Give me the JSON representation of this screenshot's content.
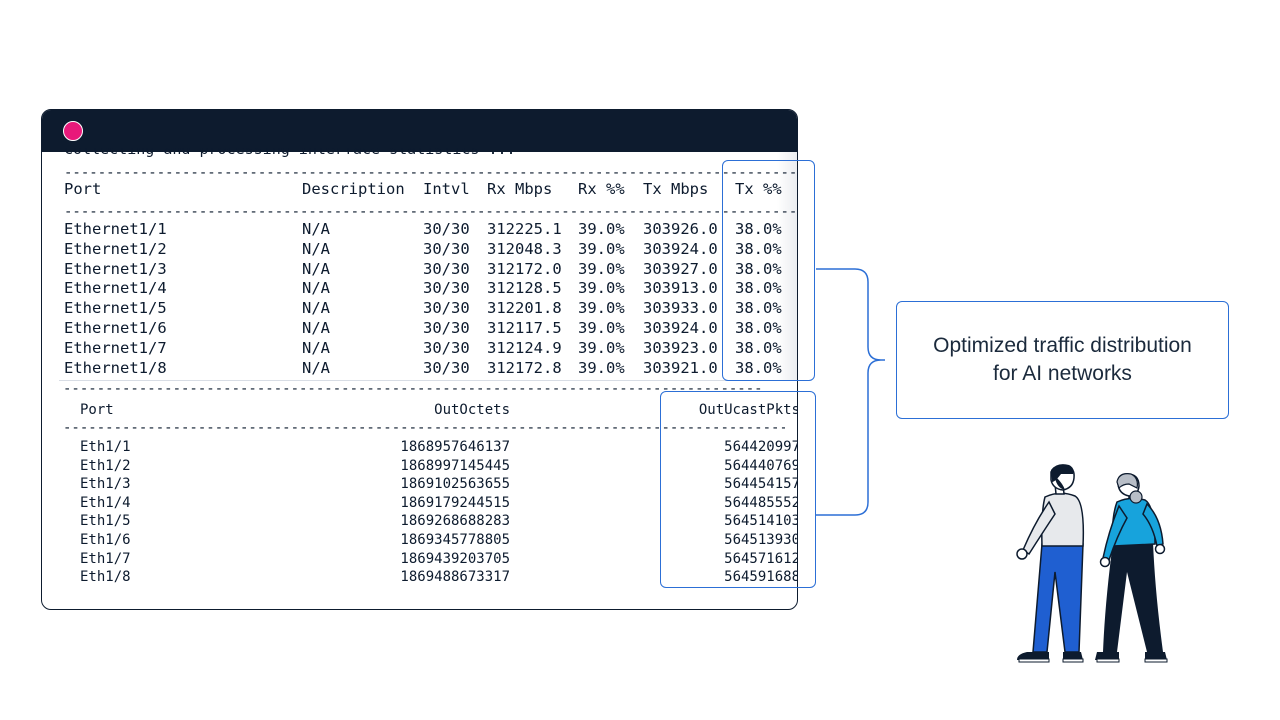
{
  "terminal": {
    "collecting_text": "Collecting and processing interface statistics ...",
    "dashes": "---------------------------------------------------------------------------------------------------------",
    "stats_table": {
      "headers": [
        "Port",
        "Description",
        "Intvl",
        "Rx Mbps",
        "Rx %%",
        "Tx Mbps",
        "Tx %%"
      ],
      "rows": [
        [
          "Ethernet1/1",
          "N/A",
          "30/30",
          "312225.1",
          "39.0%",
          "303926.0",
          "38.0%"
        ],
        [
          "Ethernet1/2",
          "N/A",
          "30/30",
          "312048.3",
          "39.0%",
          "303924.0",
          "38.0%"
        ],
        [
          "Ethernet1/3",
          "N/A",
          "30/30",
          "312172.0",
          "39.0%",
          "303927.0",
          "38.0%"
        ],
        [
          "Ethernet1/4",
          "N/A",
          "30/30",
          "312128.5",
          "39.0%",
          "303913.0",
          "38.0%"
        ],
        [
          "Ethernet1/5",
          "N/A",
          "30/30",
          "312201.8",
          "39.0%",
          "303933.0",
          "38.0%"
        ],
        [
          "Ethernet1/6",
          "N/A",
          "30/30",
          "312117.5",
          "39.0%",
          "303924.0",
          "38.0%"
        ],
        [
          "Ethernet1/7",
          "N/A",
          "30/30",
          "312124.9",
          "39.0%",
          "303923.0",
          "38.0%"
        ],
        [
          "Ethernet1/8",
          "N/A",
          "30/30",
          "312172.8",
          "39.0%",
          "303921.0",
          "38.0%"
        ]
      ]
    },
    "counters_table": {
      "headers": [
        "Port",
        "OutOctets",
        "OutUcastPkts"
      ],
      "rows": [
        [
          "Eth1/1",
          "1868957646137",
          "564420997"
        ],
        [
          "Eth1/2",
          "1868997145445",
          "564440769"
        ],
        [
          "Eth1/3",
          "1869102563655",
          "564454157"
        ],
        [
          "Eth1/4",
          "1869179244515",
          "564485552"
        ],
        [
          "Eth1/5",
          "1869268688283",
          "564514103"
        ],
        [
          "Eth1/6",
          "1869345778805",
          "564513930"
        ],
        [
          "Eth1/7",
          "1869439203705",
          "564571612"
        ],
        [
          "Eth1/8",
          "1869488673317",
          "564591688"
        ]
      ]
    }
  },
  "callout": {
    "line1": "Optimized traffic distribution",
    "line2": "for AI networks"
  },
  "illustration": "two-people-looking-icon",
  "colors": {
    "navy": "#0d1b2e",
    "accent_blue": "#2c6fd6",
    "dot_pink": "#e8197a",
    "person_blue": "#1f5fd1",
    "person_cyan": "#17a3dc"
  }
}
